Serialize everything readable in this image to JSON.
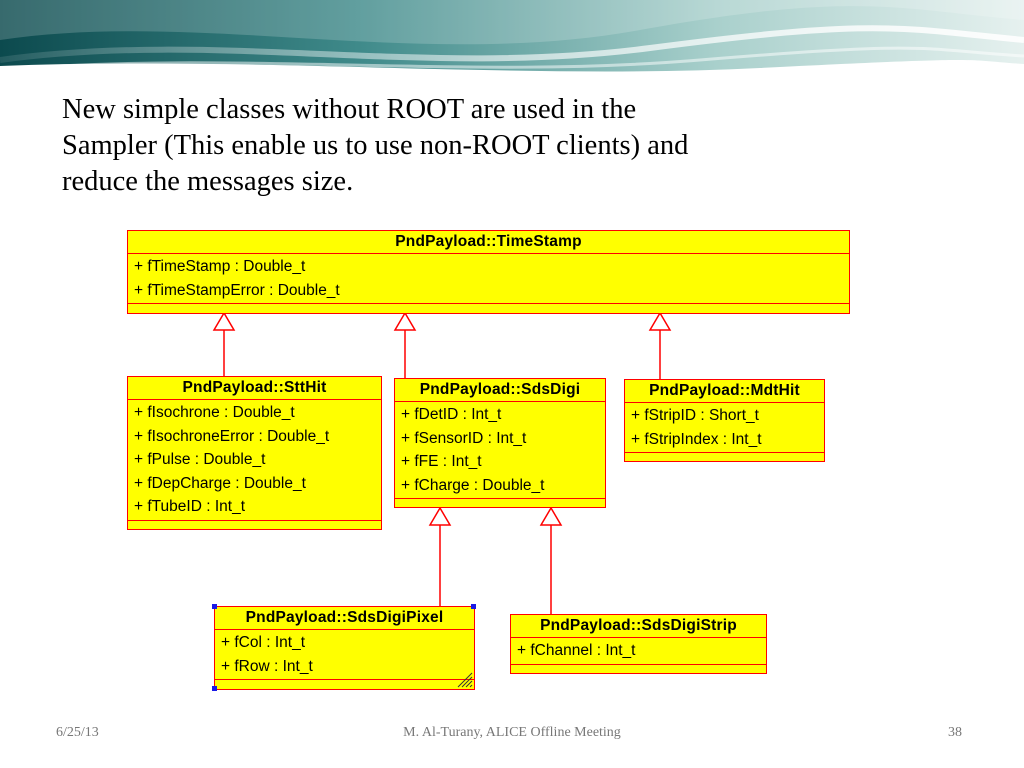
{
  "slide": {
    "paragraph_lines": [
      "New simple classes without ROOT are used in the",
      "Sampler (This enable us to use non-ROOT clients) and",
      "reduce the messages size."
    ]
  },
  "diagram": {
    "classes": {
      "timestamp": {
        "name": "PndPayload::TimeStamp",
        "attributes": [
          "+ fTimeStamp : Double_t",
          "+ fTimeStampError : Double_t"
        ]
      },
      "stthit": {
        "name": "PndPayload::SttHit",
        "attributes": [
          "+ fIsochrone : Double_t",
          "+ fIsochroneError : Double_t",
          "+ fPulse : Double_t",
          "+ fDepCharge : Double_t",
          "+ fTubeID : Int_t"
        ]
      },
      "sdsdigi": {
        "name": "PndPayload::SdsDigi",
        "attributes": [
          "+ fDetID : Int_t",
          "+ fSensorID : Int_t",
          "+ fFE : Int_t",
          "+ fCharge : Double_t"
        ]
      },
      "mdthit": {
        "name": "PndPayload::MdtHit",
        "attributes": [
          "+ fStripID : Short_t",
          "+ fStripIndex : Int_t"
        ]
      },
      "sdsdigipixel": {
        "name": "PndPayload::SdsDigiPixel",
        "attributes": [
          "+ fCol : Int_t",
          "+ fRow : Int_t"
        ]
      },
      "sdsdigistrip": {
        "name": "PndPayload::SdsDigiStrip",
        "attributes": [
          "+ fChannel : Int_t"
        ]
      }
    },
    "inheritance": [
      {
        "child": "PndPayload::SttHit",
        "parent": "PndPayload::TimeStamp"
      },
      {
        "child": "PndPayload::SdsDigi",
        "parent": "PndPayload::TimeStamp"
      },
      {
        "child": "PndPayload::MdtHit",
        "parent": "PndPayload::TimeStamp"
      },
      {
        "child": "PndPayload::SdsDigiPixel",
        "parent": "PndPayload::SdsDigi"
      },
      {
        "child": "PndPayload::SdsDigiStrip",
        "parent": "PndPayload::SdsDigi"
      }
    ],
    "colors": {
      "box_fill": "#ffff00",
      "box_border": "#ff0000",
      "arrow": "#ff0000",
      "selection_handles": "#1a1ae6"
    }
  },
  "footer": {
    "date": "6/25/13",
    "center": "M. Al-Turany,  ALICE Offline Meeting",
    "page": "38"
  }
}
